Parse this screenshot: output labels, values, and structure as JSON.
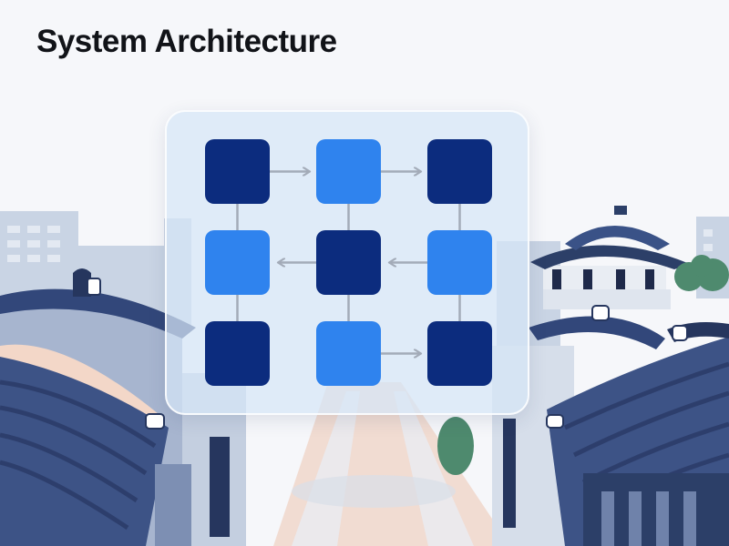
{
  "header": {
    "title": "System Architecture"
  },
  "diagram": {
    "colors": {
      "dark_node": "#0c2c7e",
      "light_node": "#2f83ee",
      "connector": "#a3abb8",
      "panel": "#d6e6f6"
    },
    "nodes": [
      {
        "id": "n1",
        "row": 1,
        "col": 1,
        "shade": "dark"
      },
      {
        "id": "n2",
        "row": 1,
        "col": 2,
        "shade": "light"
      },
      {
        "id": "n3",
        "row": 1,
        "col": 3,
        "shade": "dark"
      },
      {
        "id": "n4",
        "row": 2,
        "col": 1,
        "shade": "light"
      },
      {
        "id": "n5",
        "row": 2,
        "col": 2,
        "shade": "dark"
      },
      {
        "id": "n6",
        "row": 2,
        "col": 3,
        "shade": "light"
      },
      {
        "id": "n7",
        "row": 3,
        "col": 1,
        "shade": "dark"
      },
      {
        "id": "n8",
        "row": 3,
        "col": 2,
        "shade": "light"
      },
      {
        "id": "n9",
        "row": 3,
        "col": 3,
        "shade": "dark"
      }
    ],
    "edges": [
      {
        "from": "n1",
        "to": "n2",
        "arrow": true
      },
      {
        "from": "n2",
        "to": "n3",
        "arrow": true
      },
      {
        "from": "n5",
        "to": "n4",
        "arrow": true
      },
      {
        "from": "n6",
        "to": "n5",
        "arrow": true
      },
      {
        "from": "n8",
        "to": "n9",
        "arrow": true
      },
      {
        "from": "n1",
        "to": "n4",
        "arrow": false
      },
      {
        "from": "n4",
        "to": "n7",
        "arrow": false
      },
      {
        "from": "n2",
        "to": "n5",
        "arrow": false
      },
      {
        "from": "n5",
        "to": "n8",
        "arrow": false
      },
      {
        "from": "n3",
        "to": "n6",
        "arrow": false
      },
      {
        "from": "n6",
        "to": "n9",
        "arrow": false
      }
    ]
  }
}
